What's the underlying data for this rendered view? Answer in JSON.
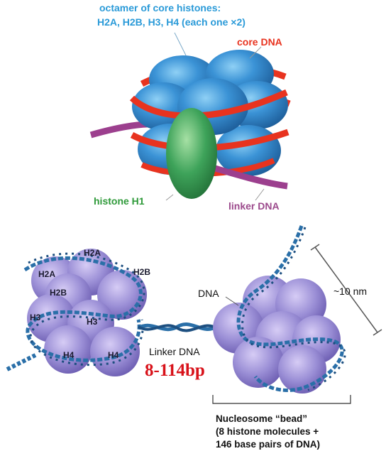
{
  "top": {
    "octamer_line1": "octamer of core histones:",
    "octamer_line2": "H2A, H2B, H3, H4 (each one ×2)",
    "core_dna": "core DNA",
    "histone_h1": "histone H1",
    "linker_dna": "linker DNA"
  },
  "bottom": {
    "histones": [
      "H2A",
      "H2A",
      "H2B",
      "H2B",
      "H3",
      "H3",
      "H4",
      "H4"
    ],
    "dna": "DNA",
    "size": "~10 nm",
    "linker": "Linker DNA",
    "linker_bp": "8-114bp",
    "bead_line1": "Nucleosome “bead”",
    "bead_line2": "(8 histone molecules +",
    "bead_line3": "146 base pairs of DNA)"
  },
  "colors": {
    "histone_blue": "#3b93d6",
    "core_dna_red": "#e8331f",
    "h1_green": "#3ea35a",
    "linker_purple": "#9c3f8e",
    "bead_purple": "#9b8fd6",
    "dna_helix": "#2a6fa8"
  }
}
